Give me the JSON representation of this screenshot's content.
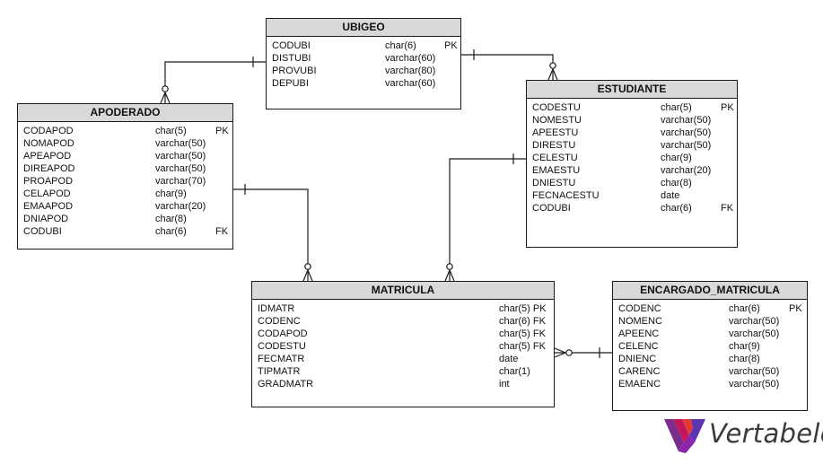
{
  "tables": {
    "ubigeo": {
      "title": "UBIGEO",
      "columns": [
        {
          "name": "CODUBI",
          "type": "char(6)",
          "key": "PK"
        },
        {
          "name": "DISTUBI",
          "type": "varchar(60)",
          "key": ""
        },
        {
          "name": "PROVUBI",
          "type": "varchar(80)",
          "key": ""
        },
        {
          "name": "DEPUBI",
          "type": "varchar(60)",
          "key": ""
        }
      ]
    },
    "apoderado": {
      "title": "APODERADO",
      "columns": [
        {
          "name": "CODAPOD",
          "type": "char(5)",
          "key": "PK"
        },
        {
          "name": "NOMAPOD",
          "type": "varchar(50)",
          "key": ""
        },
        {
          "name": "APEAPOD",
          "type": "varchar(50)",
          "key": ""
        },
        {
          "name": "DIREAPOD",
          "type": "varchar(50)",
          "key": ""
        },
        {
          "name": "PROAPOD",
          "type": "varchar(70)",
          "key": ""
        },
        {
          "name": "CELAPOD",
          "type": "char(9)",
          "key": ""
        },
        {
          "name": "EMAAPOD",
          "type": "varchar(20)",
          "key": ""
        },
        {
          "name": "DNIAPOD",
          "type": "char(8)",
          "key": ""
        },
        {
          "name": "CODUBI",
          "type": "char(6)",
          "key": "FK"
        }
      ]
    },
    "estudiante": {
      "title": "ESTUDIANTE",
      "columns": [
        {
          "name": "CODESTU",
          "type": "char(5)",
          "key": "PK"
        },
        {
          "name": "NOMESTU",
          "type": "varchar(50)",
          "key": ""
        },
        {
          "name": "APEESTU",
          "type": "varchar(50)",
          "key": ""
        },
        {
          "name": "DIRESTU",
          "type": "varchar(50)",
          "key": ""
        },
        {
          "name": "CELESTU",
          "type": "char(9)",
          "key": ""
        },
        {
          "name": "EMAESTU",
          "type": "varchar(20)",
          "key": ""
        },
        {
          "name": "DNIESTU",
          "type": "char(8)",
          "key": ""
        },
        {
          "name": "FECNACESTU",
          "type": "date",
          "key": ""
        },
        {
          "name": "CODUBI",
          "type": "char(6)",
          "key": "FK"
        }
      ]
    },
    "matricula": {
      "title": "MATRICULA",
      "columns": [
        {
          "name": "IDMATR",
          "type": "char(5) PK",
          "key": ""
        },
        {
          "name": "CODENC",
          "type": "char(6) FK",
          "key": ""
        },
        {
          "name": "CODAPOD",
          "type": "char(5) FK",
          "key": ""
        },
        {
          "name": "CODESTU",
          "type": "char(5) FK",
          "key": ""
        },
        {
          "name": "FECMATR",
          "type": "date",
          "key": ""
        },
        {
          "name": "TIPMATR",
          "type": "char(1)",
          "key": ""
        },
        {
          "name": "GRADMATR",
          "type": "int",
          "key": ""
        }
      ]
    },
    "encargado_matricula": {
      "title": "ENCARGADO_MATRICULA",
      "columns": [
        {
          "name": "CODENC",
          "type": "char(6)",
          "key": "PK"
        },
        {
          "name": "NOMENC",
          "type": "varchar(50)",
          "key": ""
        },
        {
          "name": "APEENC",
          "type": "varchar(50)",
          "key": ""
        },
        {
          "name": "CELENC",
          "type": "char(9)",
          "key": ""
        },
        {
          "name": "DNIENC",
          "type": "char(8)",
          "key": ""
        },
        {
          "name": "CARENC",
          "type": "varchar(50)",
          "key": ""
        },
        {
          "name": "EMAENC",
          "type": "varchar(50)",
          "key": ""
        }
      ]
    }
  },
  "logo": {
    "text": "Vertabelo",
    "colors": [
      "#7b2d8e",
      "#c2185b",
      "#e53935",
      "#5e35b1"
    ]
  },
  "colors": {
    "header_fill": "#d9d9d9",
    "border": "#1a1a1a",
    "line": "#1a1a1a"
  }
}
